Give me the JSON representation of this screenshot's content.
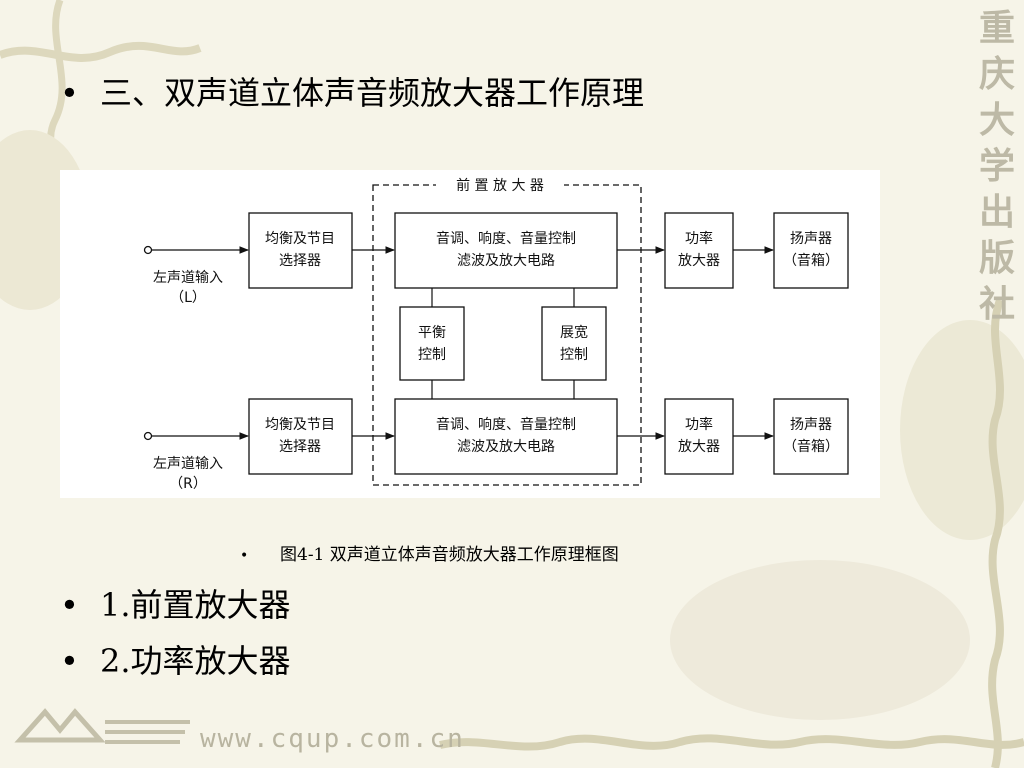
{
  "slide": {
    "title": "三、双声道立体声音频放大器工作原理",
    "caption": "图4-1  双声道立体声音频放大器工作原理框图",
    "items": [
      "1.前置放大器",
      "2.功率放大器"
    ],
    "bullet_symbol": "•"
  },
  "diagram": {
    "preamp_group_label": "前 置 放 大 器",
    "left_input": {
      "line1": "左声道输入",
      "line2": "（L）"
    },
    "right_input": {
      "line1": "左声道输入",
      "line2": "（R）"
    },
    "eq_selector": {
      "line1": "均衡及节目",
      "line2": "选择器"
    },
    "tone_filter": {
      "line1": "音调、响度、音量控制",
      "line2": "滤波及放大电路"
    },
    "balance_control": {
      "line1": "平衡",
      "line2": "控制"
    },
    "width_control": {
      "line1": "展宽",
      "line2": "控制"
    },
    "power_amp": {
      "line1": "功率",
      "line2": "放大器"
    },
    "speaker": {
      "line1": "扬声器",
      "line2": "（音箱）"
    }
  },
  "watermark": {
    "url": "www.cqup.com.cn",
    "publisher": [
      "重",
      "庆",
      "大",
      "学",
      "出",
      "版",
      "社"
    ]
  },
  "colors": {
    "background": "#f6f4e8",
    "vine": "#d9d5bc",
    "panel": "#ffffff",
    "ink": "#111111"
  }
}
